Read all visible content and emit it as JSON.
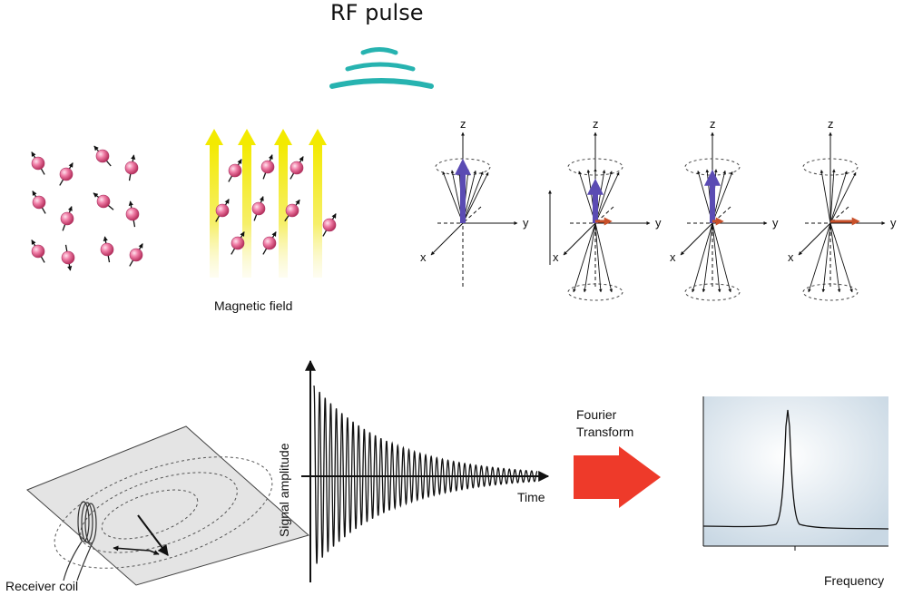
{
  "labels": {
    "rf_pulse": "RF pulse",
    "magnetic_field": "Magnetic field",
    "receiver_coil": "Receiver coil",
    "signal_amplitude": "Signal amplitude",
    "time": "Time",
    "fourier": "Fourier",
    "transform": "Transform",
    "frequency": "Frequency"
  },
  "axis_labels": {
    "x": "x",
    "y": "y",
    "z": "z"
  },
  "icons": {
    "rf_waves": "rf-pulse-waves-icon",
    "spin": "proton-spin-icon",
    "arrow": "fourier-arrow-icon"
  },
  "colors": {
    "rf_wave": "#27b3b0",
    "spin_ball": "#e25d8a",
    "field_arrow": "#f2e600",
    "net_magnetization": "#5a4bb3",
    "transverse_vector": "#c8502a",
    "fourier_arrow": "#ee3a2a",
    "spectrum_bg": "#dde6ee"
  }
}
